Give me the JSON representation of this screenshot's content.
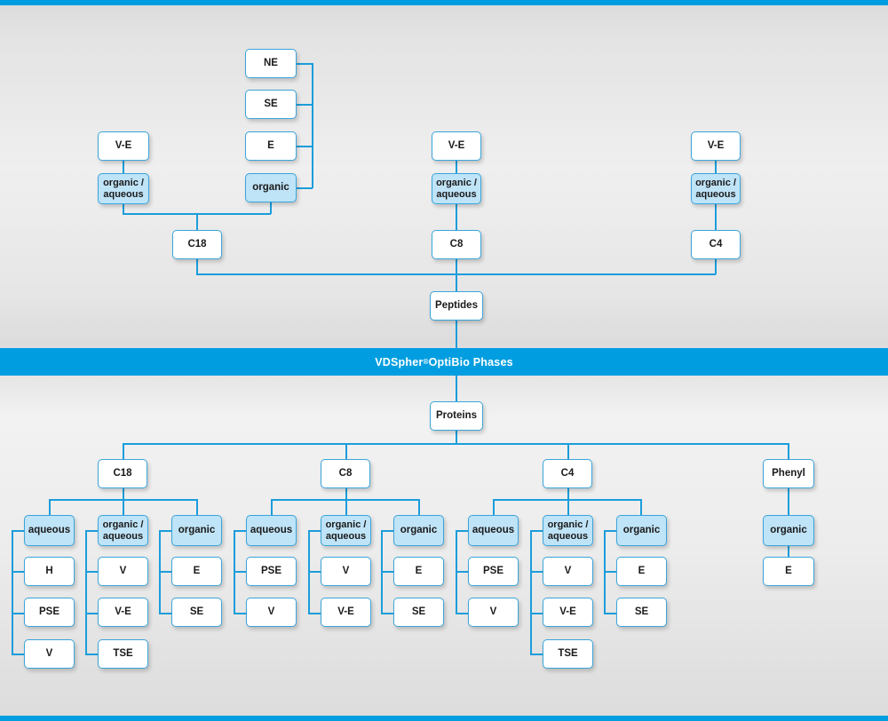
{
  "banner": {
    "text_before": "VDSpher",
    "mark": "®",
    "text_after": " OptiBio Phases"
  },
  "colors": {
    "accent": "#009EE0",
    "line": "#1B9DDB",
    "node_border": "#3AA5DB",
    "node_fill_highlight": "#BFE3F7",
    "node_fill_plain": "#FFFFFF",
    "background": "#DCDCDC"
  },
  "peptides": {
    "root_label": "Peptides",
    "c18": {
      "label": "C18",
      "left_chain": {
        "top": "V-E",
        "mode": "organic /\naqueous"
      },
      "right_chain": {
        "mode": "organic",
        "items": [
          "NE",
          "SE",
          "E"
        ]
      }
    },
    "c8": {
      "label": "C8",
      "chain": {
        "top": "V-E",
        "mode": "organic /\naqueous"
      }
    },
    "c4": {
      "label": "C4",
      "chain": {
        "top": "V-E",
        "mode": "organic /\naqueous"
      }
    }
  },
  "proteins": {
    "root_label": "Proteins",
    "branches": [
      {
        "label": "C18",
        "groups": [
          {
            "mode": "aqueous",
            "items": [
              "H",
              "PSE",
              "V"
            ]
          },
          {
            "mode": "organic /\naqueous",
            "items": [
              "V",
              "V-E",
              "TSE"
            ]
          },
          {
            "mode": "organic",
            "items": [
              "E",
              "SE"
            ]
          }
        ]
      },
      {
        "label": "C8",
        "groups": [
          {
            "mode": "aqueous",
            "items": [
              "PSE",
              "V"
            ]
          },
          {
            "mode": "organic /\naqueous",
            "items": [
              "V",
              "V-E"
            ]
          },
          {
            "mode": "organic",
            "items": [
              "E",
              "SE"
            ]
          }
        ]
      },
      {
        "label": "C4",
        "groups": [
          {
            "mode": "aqueous",
            "items": [
              "PSE",
              "V"
            ]
          },
          {
            "mode": "organic /\naqueous",
            "items": [
              "V",
              "V-E",
              "TSE"
            ]
          },
          {
            "mode": "organic",
            "items": [
              "E",
              "SE"
            ]
          }
        ]
      },
      {
        "label": "Phenyl",
        "groups": [
          {
            "mode": "organic",
            "items": [
              "E"
            ]
          }
        ]
      }
    ]
  }
}
